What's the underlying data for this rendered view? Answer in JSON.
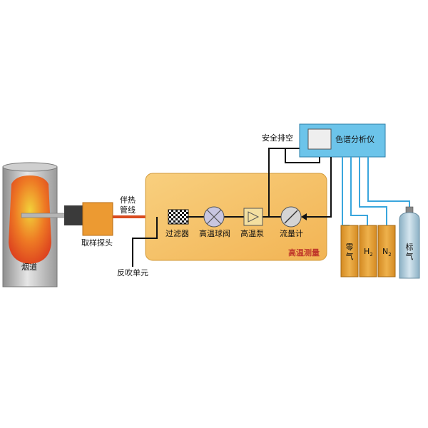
{
  "diagram": {
    "flue": "烟道",
    "probe": "取样探头",
    "heat_line_1": "伴热",
    "heat_line_2": "管线",
    "backflush": "反吹单元",
    "filter": "过滤器",
    "ball_valve": "高温球阀",
    "pump": "高温泵",
    "flowmeter": "流量计",
    "zone": "高温测量",
    "vent": "安全排空",
    "analyzer": "色谱分析仪",
    "cylinders": {
      "zero_gas": "零气",
      "h2": "H",
      "h2_sub": "2",
      "n2": "N",
      "n2_sub": "2",
      "standard_gas": "标气"
    }
  },
  "colors": {
    "zone_fill": "#f6c56b",
    "analyzer_fill": "#6cc4ea",
    "cylinder_fill": "#e8a53a",
    "line_blue": "#3aa6dd",
    "hot_line": "#d94a1e"
  }
}
